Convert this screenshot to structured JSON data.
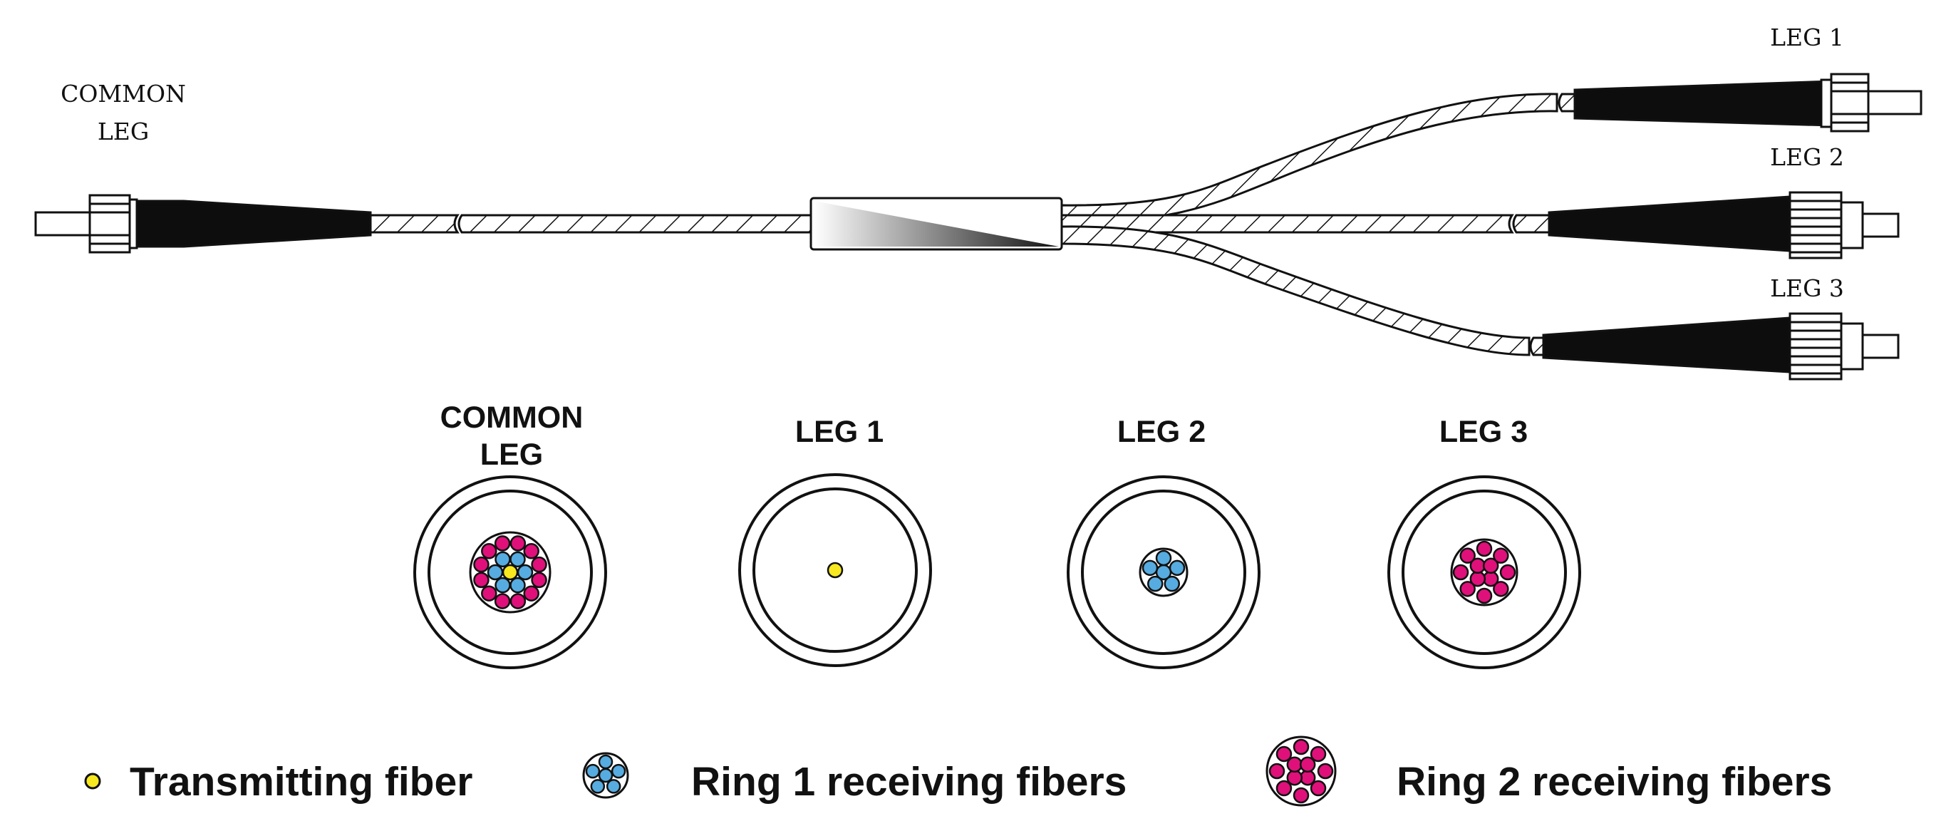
{
  "assembly": {
    "common_leg_label_line1": "COMMON",
    "common_leg_label_line2": "LEG",
    "leg1_label": "LEG 1",
    "leg2_label": "LEG 2",
    "leg3_label": "LEG 3"
  },
  "cross_sections": [
    {
      "title_line1": "COMMON",
      "title_line2": "LEG",
      "transmitting": 1,
      "ring1": 6,
      "ring2": 12
    },
    {
      "title_line1": "LEG 1",
      "title_line2": "",
      "transmitting": 1,
      "ring1": 0,
      "ring2": 0
    },
    {
      "title_line1": "LEG 2",
      "title_line2": "",
      "transmitting": 0,
      "ring1": 6,
      "ring2": 0
    },
    {
      "title_line1": "LEG 3",
      "title_line2": "",
      "transmitting": 0,
      "ring1": 0,
      "ring2": 12
    }
  ],
  "legend": {
    "transmitting": "Transmitting fiber",
    "ring1": "Ring 1 receiving fibers",
    "ring2": "Ring 2 receiving fibers"
  },
  "colors": {
    "transmitting": "#f7e81f",
    "ring1": "#56ace0",
    "ring2": "#e0107a",
    "line": "#111111",
    "connector_boot": "#0d0d0d"
  }
}
